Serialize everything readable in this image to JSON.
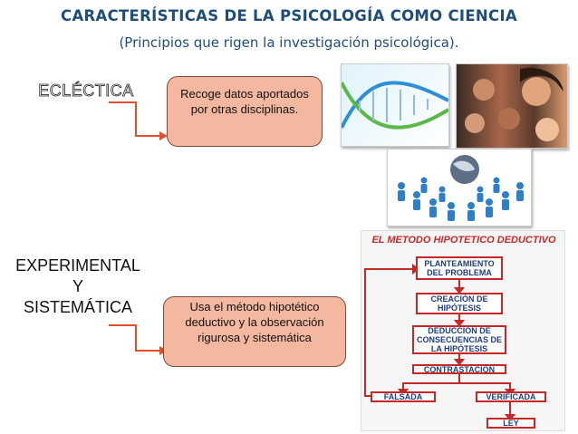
{
  "header": {
    "title": "CARACTERÍSTICAS DE LA PSICOLOGÍA COMO CIENCIA",
    "subtitle": "(Principios que rigen la investigación psicológica)."
  },
  "section1": {
    "label": "ECLÉCTICA",
    "description": "Recoge datos aportados por otras disciplinas."
  },
  "section2": {
    "label_line1": "EXPERIMENTAL",
    "label_line2": "Y",
    "label_line3": "SISTEMÁTICA",
    "description": "Usa el método hipotético deductivo y la observación rigurosa y sistemática"
  },
  "method_diagram": {
    "title": "EL METODO HIPOTETICO DEDUCTIVO",
    "step1": "PLANTEAMIENTO DEL PROBLEMA",
    "step2": "CREACIÓN DE HIPÓTESIS",
    "step3": "DEDUCCIÓN DE CONSECUENCIAS DE LA HIPÓTESIS",
    "step4": "CONTRASTACIÓN",
    "outcome_false": "FALSADA",
    "outcome_true": "VERIFICADA",
    "result": "LEY"
  },
  "colors": {
    "title": "#1f4e79",
    "box_fill": "#f4b79f",
    "connector": "#e0502a",
    "diagram_red": "#c62828"
  }
}
